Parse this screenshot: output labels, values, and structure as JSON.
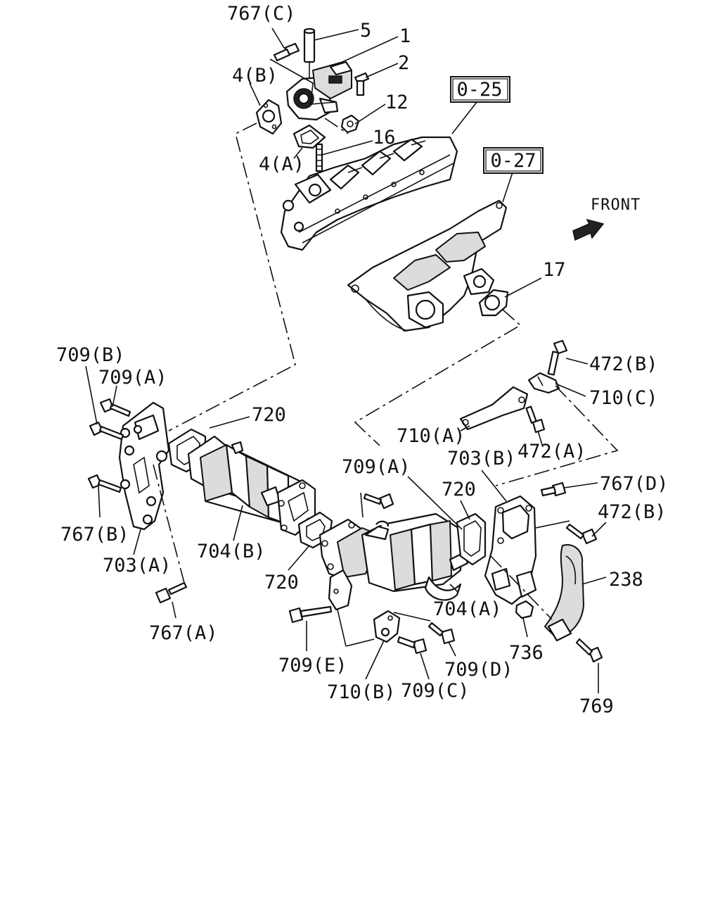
{
  "diagram": {
    "front_label": "FRONT",
    "ref_boxes": [
      "0-25",
      "0-27"
    ],
    "callouts": [
      "767(C)",
      "5",
      "1",
      "2",
      "4(B)",
      "12",
      "16",
      "4(A)",
      "17",
      "709(B)",
      "709(A)",
      "720",
      "472(B)",
      "710(C)",
      "710(A)",
      "472(A)",
      "703(B)",
      "709(A)",
      "720",
      "767(D)",
      "472(B)",
      "767(B)",
      "704(B)",
      "703(A)",
      "720",
      "238",
      "704(A)",
      "736",
      "767(A)",
      "709(E)",
      "709(D)",
      "710(B)",
      "709(C)",
      "769"
    ]
  }
}
